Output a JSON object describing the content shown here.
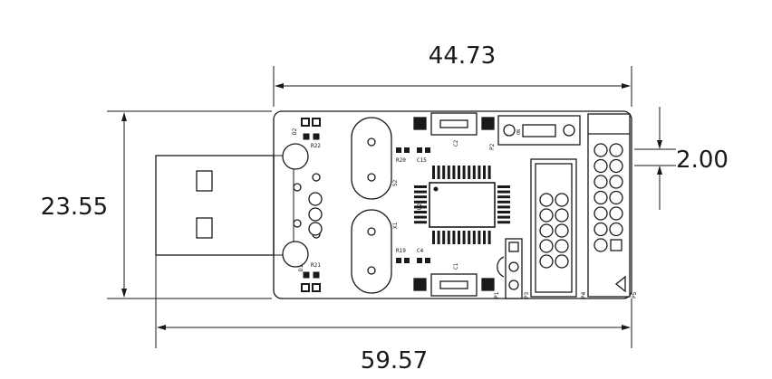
{
  "dimensions": {
    "top_width": "44.73",
    "left_height": "23.55",
    "pin_pitch": "2.00",
    "bottom_width": "59.57"
  },
  "silkscreen": {
    "r22": "R22",
    "d2": "D2",
    "r20": "R20",
    "c15": "C15",
    "c2": "C2",
    "s2": "S2",
    "x1": "X1",
    "u2": "U2",
    "r19": "R19",
    "c4": "C4",
    "c1": "C1",
    "d1": "D1",
    "r21": "R21",
    "p2": "P2",
    "on": "ON",
    "p1": "P1",
    "p3": "P3",
    "p4": "P4",
    "p5": "P5"
  },
  "colors": {
    "stroke": "#1a1a1a",
    "background": "#ffffff"
  }
}
